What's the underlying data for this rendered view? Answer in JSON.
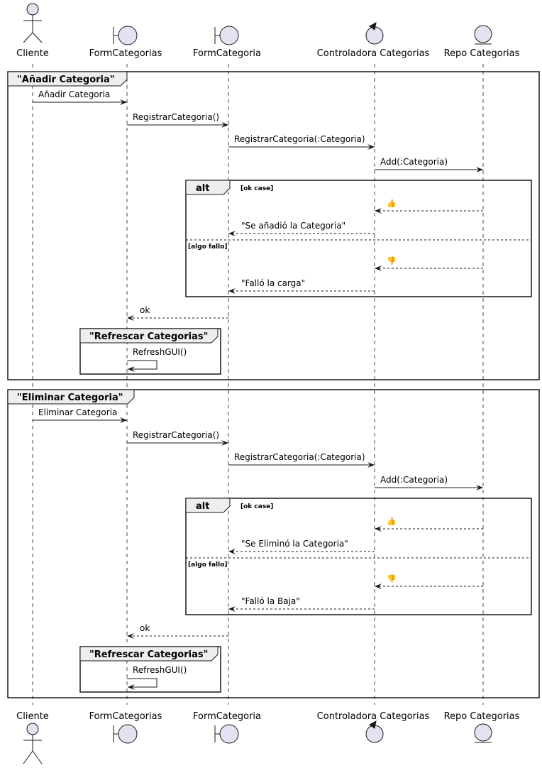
{
  "participants": [
    {
      "id": "cliente",
      "label": "Cliente",
      "icon": "actor-icon"
    },
    {
      "id": "formcats",
      "label": "FormCategorias",
      "icon": "boundary-icon"
    },
    {
      "id": "formcat",
      "label": "FormCategoria",
      "icon": "boundary-icon"
    },
    {
      "id": "ctrl",
      "label": "Controladora Categorias",
      "icon": "control-icon"
    },
    {
      "id": "repo",
      "label": "Repo Categorias",
      "icon": "entity-icon"
    }
  ],
  "sections": [
    {
      "title": "\"Añadir Categoria\"",
      "messages": [
        {
          "text": "Añadir Categoria"
        },
        {
          "text": "RegistrarCategoria()"
        },
        {
          "text": "RegistrarCategoria(:Categoria)"
        },
        {
          "text": "Add(:Categoria)"
        }
      ],
      "alt": {
        "label": "alt",
        "guard_ok": "[ok case]",
        "guard_fail": "[algo fallo]",
        "ok_reply_icon": "thumbs-up-icon",
        "ok_message": "\"Se añadió la Categoria\"",
        "fail_reply_icon": "thumbs-down-icon",
        "fail_message": "\"Falló la carga\""
      },
      "ok_reply": "ok",
      "refresh": {
        "title": "\"Refrescar Categorias\"",
        "message": "RefreshGUI()"
      }
    },
    {
      "title": "\"Eliminar Categoria\"",
      "messages": [
        {
          "text": "Eliminar Categoria"
        },
        {
          "text": "RegistrarCategoria()"
        },
        {
          "text": "RegistrarCategoria(:Categoria)"
        },
        {
          "text": "Add(:Categoria)"
        }
      ],
      "alt": {
        "label": "alt",
        "guard_ok": "[ok case]",
        "guard_fail": "[algo fallo]",
        "ok_reply_icon": "thumbs-up-icon",
        "ok_message": "\"Se Eliminó la Categoria\"",
        "fail_reply_icon": "thumbs-down-icon",
        "fail_message": "\"Falló la Baja\""
      },
      "ok_reply": "ok",
      "refresh": {
        "title": "\"Refrescar Categorias\"",
        "message": "RefreshGUI()"
      }
    }
  ],
  "colors": {
    "participant_fill": "#E2E2F0",
    "frame_tab": "#EEEEEE",
    "line": "#181818"
  }
}
